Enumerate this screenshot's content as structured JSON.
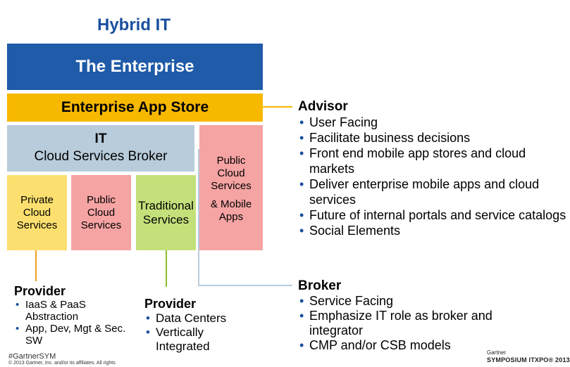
{
  "title": "Hybrid IT",
  "enterprise": "The Enterprise",
  "app_store": "Enterprise App Store",
  "broker_box": {
    "line1": "IT",
    "line2": "Cloud Services Broker"
  },
  "public_apps": {
    "line1": "Public",
    "line2": "Cloud",
    "line3": "Services",
    "line4": "& Mobile",
    "line5": "Apps"
  },
  "cells": {
    "private": [
      "Private",
      "Cloud",
      "Services"
    ],
    "public": [
      "Public",
      "Cloud",
      "Services"
    ],
    "traditional": [
      "Traditional",
      "Services"
    ]
  },
  "advisor": {
    "heading": "Advisor",
    "items": [
      "User Facing",
      "Facilitate business decisions",
      "Front end mobile app stores and cloud markets",
      "Deliver enterprise mobile apps and cloud services",
      "Future of internal portals and service catalogs",
      "Social Elements"
    ]
  },
  "broker": {
    "heading": "Broker",
    "items": [
      "Service Facing",
      "Emphasize IT role as broker and integrator",
      "CMP and/or CSB models"
    ]
  },
  "provider1": {
    "heading": "Provider",
    "items": [
      "IaaS & PaaS Abstraction",
      "App, Dev, Mgt & Sec. SW"
    ]
  },
  "provider2": {
    "heading": "Provider",
    "items": [
      "Data Centers",
      "Vertically Integrated"
    ]
  },
  "footer": {
    "hashtag": "#GartnerSYM",
    "copyright": "© 2013 Gartner, Inc. and/or its affiliates. All rights",
    "logo_top": "Gartner",
    "logo_bottom": "SYMPOSIUM ITXPO® 2013"
  },
  "colors": {
    "title_blue": "#1a4f9e",
    "enterprise_blue": "#1f5ba8",
    "app_store_yellow": "#f7b800",
    "broker_gray_blue": "#b8ccdb",
    "public_pink": "#f5a3a3",
    "private_yellow": "#fcdf6e",
    "traditional_green": "#c4e07a",
    "provider_line_orange": "#f0a020",
    "provider_line_green": "#8cbf2a"
  }
}
